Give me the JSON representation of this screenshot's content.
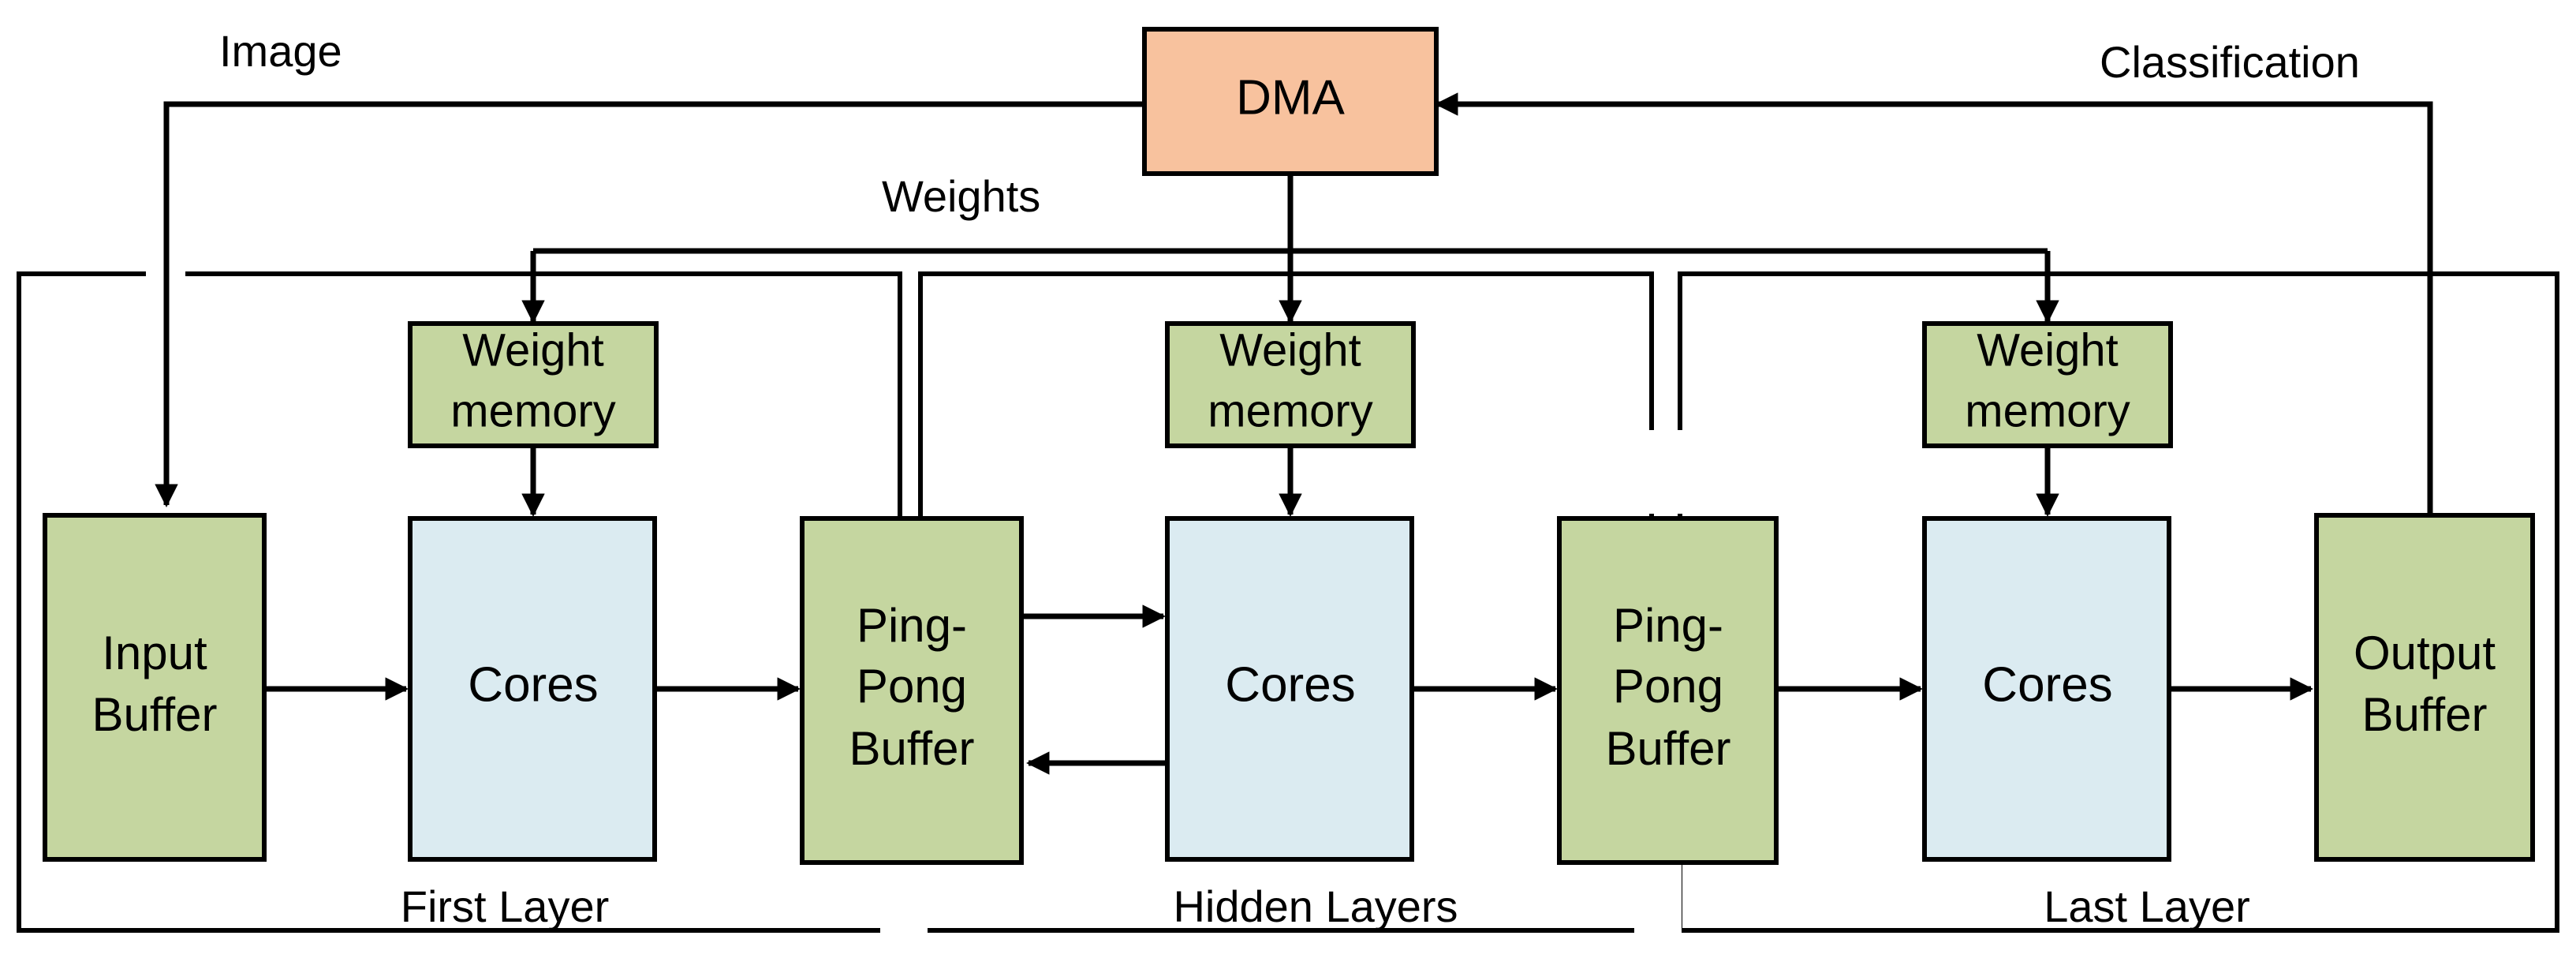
{
  "colors": {
    "dma": "#F8C29E",
    "buffer": "#C5D6A0",
    "cores": "#DBEBF1",
    "stroke": "#000000"
  },
  "blocks": {
    "dma": "DMA",
    "weight_memory": [
      "Weight",
      "memory"
    ],
    "cores": "Cores",
    "input_buffer": [
      "Input",
      "Buffer"
    ],
    "ping_pong_buffer": [
      "Ping-",
      "Pong",
      "Buffer"
    ],
    "output_buffer": [
      "Output",
      "Buffer"
    ]
  },
  "labels": {
    "image": "Image",
    "weights": "Weights",
    "classification": "Classification"
  },
  "layers": {
    "first": "First Layer",
    "hidden": "Hidden Layers",
    "last": "Last Layer"
  }
}
